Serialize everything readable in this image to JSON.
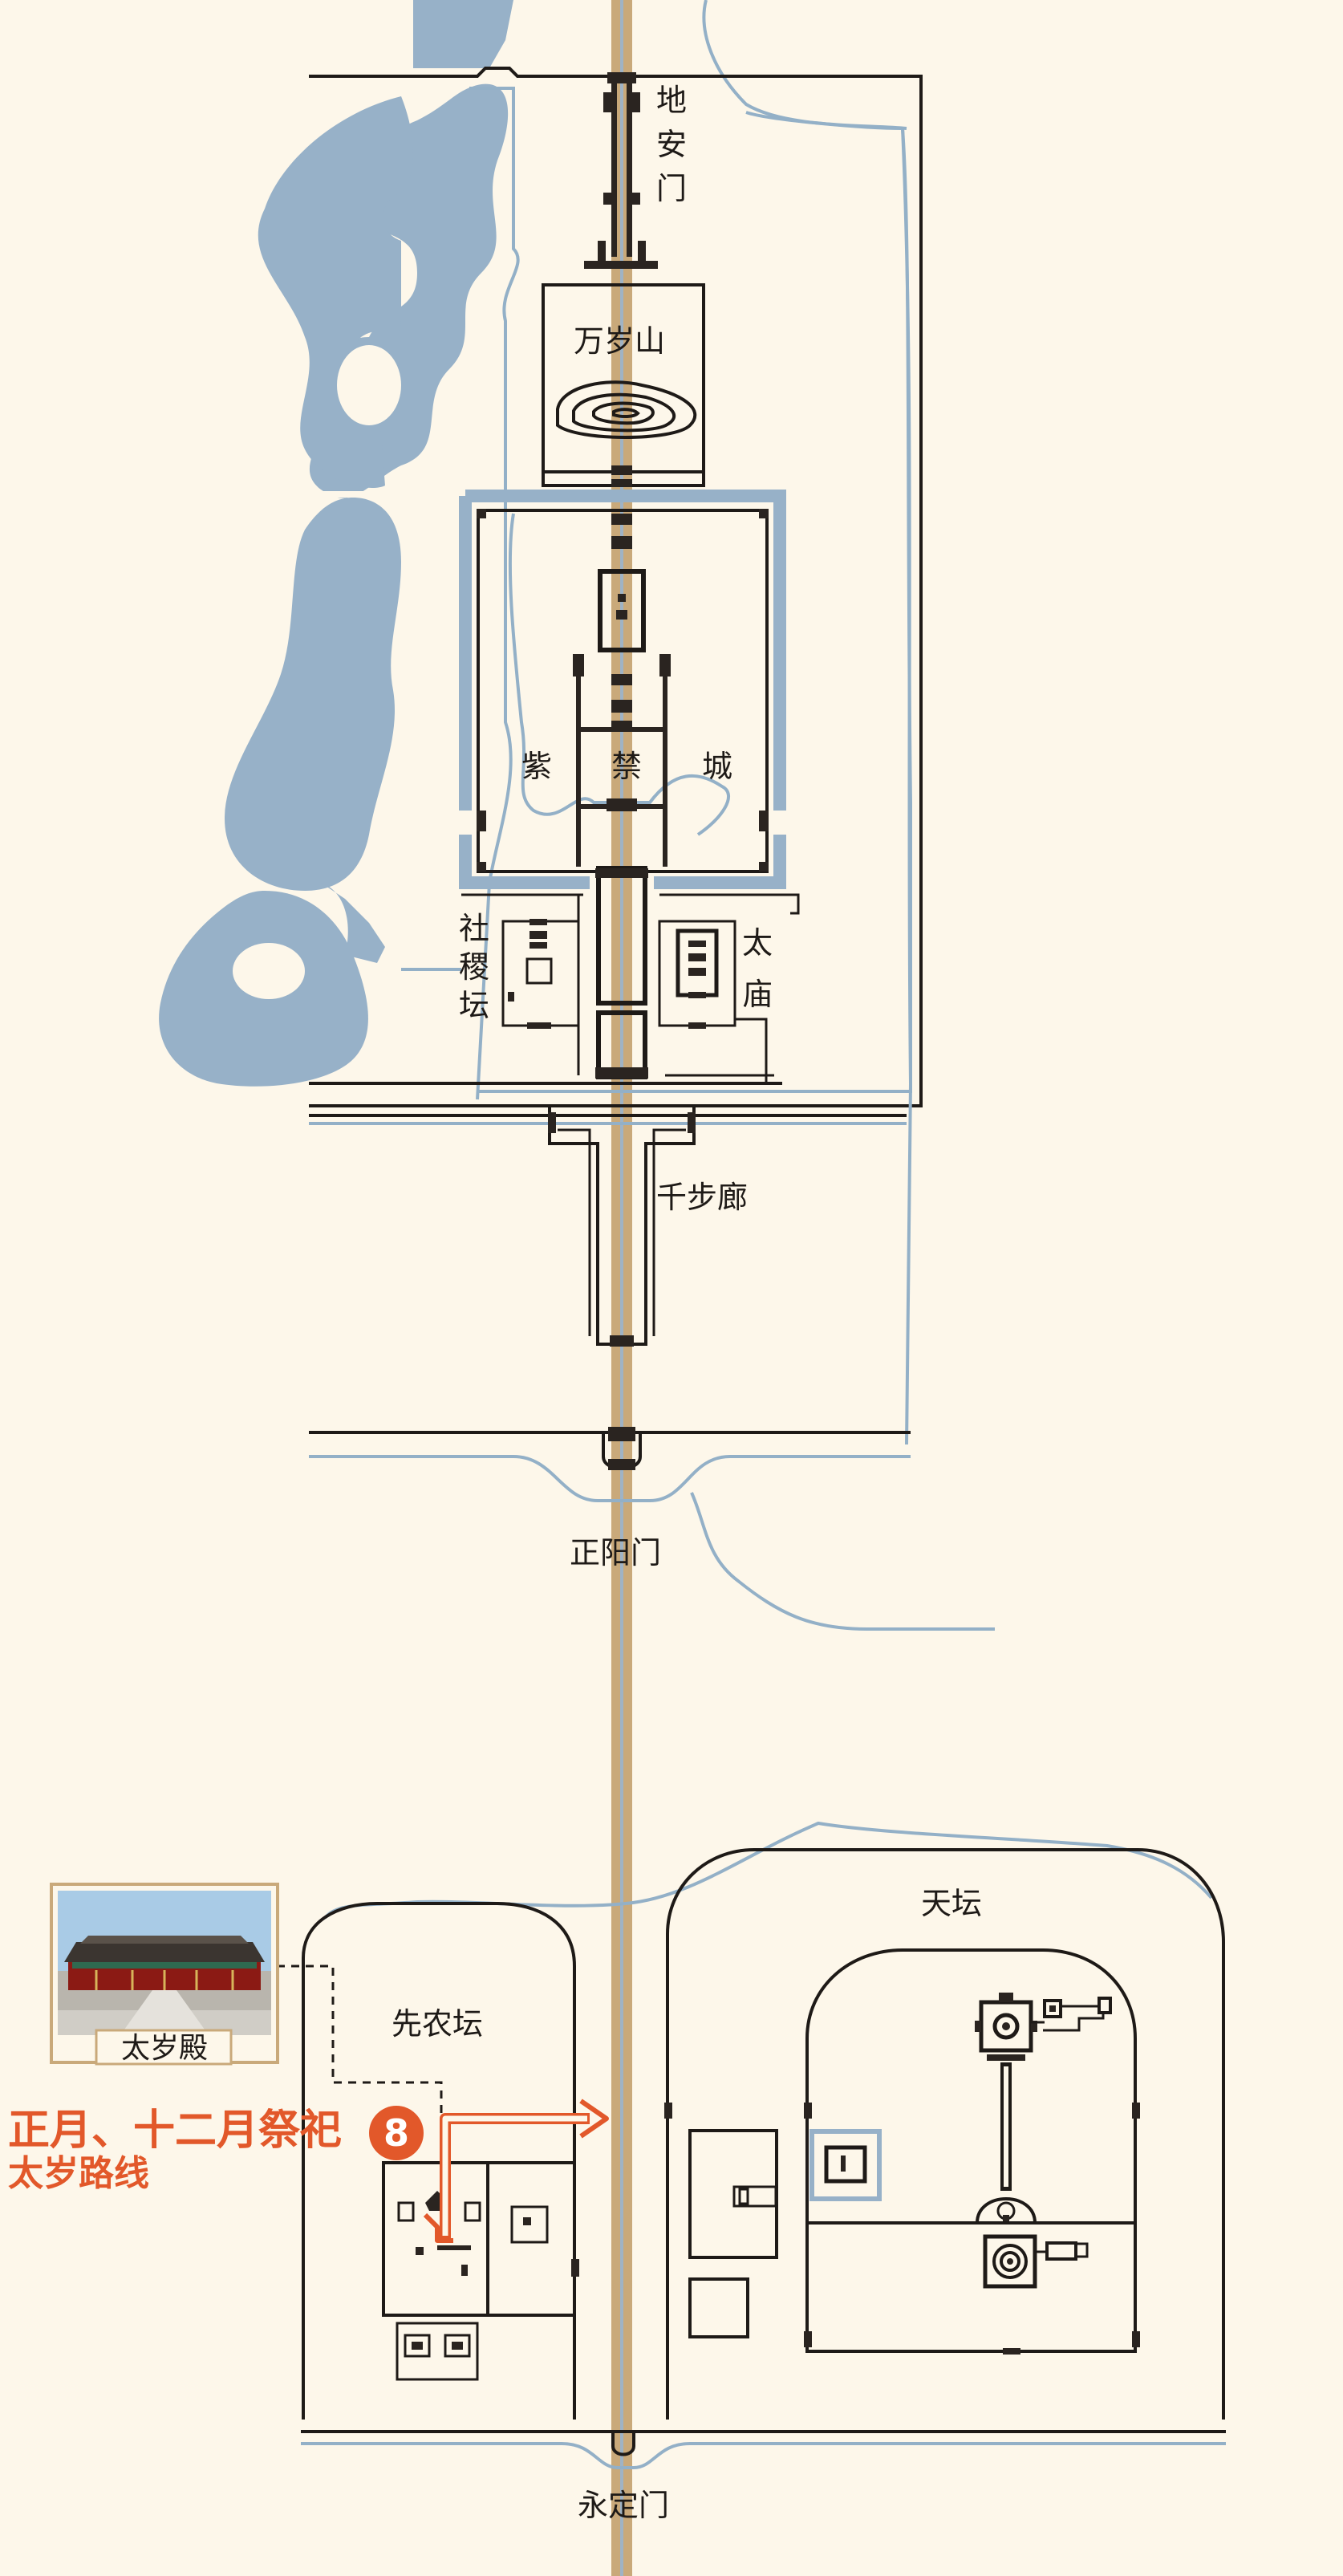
{
  "colors": {
    "background": "#fdf7ea",
    "water": "#97b1c8",
    "axis": "#c9a97a",
    "ink": "#1e1a17",
    "route": "#e2582a"
  },
  "labels": {
    "di_an_men": [
      "地",
      "安",
      "门"
    ],
    "wan_sui_shan": "万岁山",
    "zi": "紫",
    "jin": "禁",
    "cheng": "城",
    "she_ji_tan": [
      "社",
      "稷",
      "坛"
    ],
    "tai_miao": [
      "太",
      "庙"
    ],
    "qian_bu_lang": "千步廊",
    "zheng_yang_men": "正阳门",
    "tian_tan": "天坛",
    "xian_nong_tan": "先农坛",
    "yong_ding_men": "永定门"
  },
  "callout": {
    "photo_caption": "太岁殿",
    "route_title": "正月、十二月祭祀",
    "route_subtitle": "太岁路线",
    "badge_number": "8"
  }
}
